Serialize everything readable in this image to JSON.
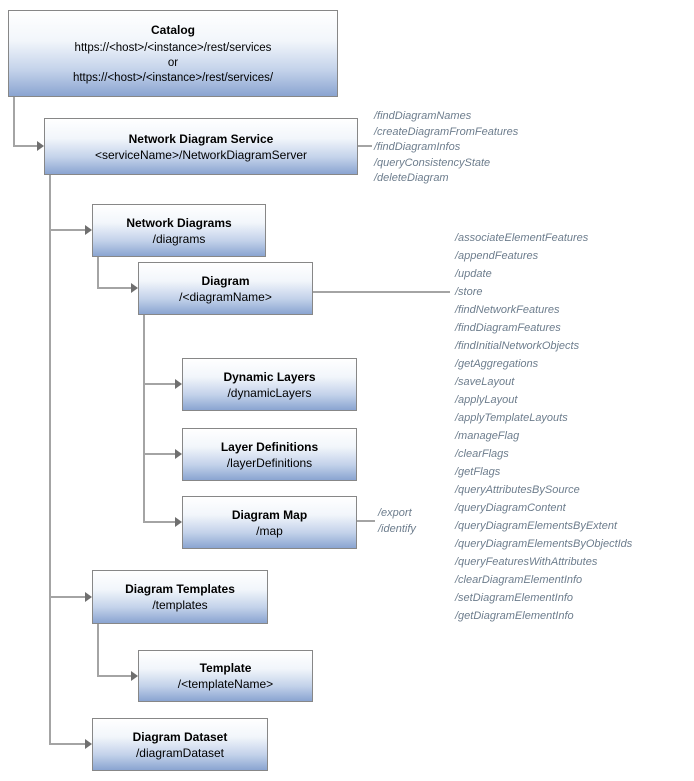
{
  "catalog": {
    "title": "Catalog",
    "url1": "https://<host>/<instance>/rest/services",
    "or": "or",
    "url2": "https://<host>/<instance>/rest/services/"
  },
  "boxes": {
    "service": {
      "title": "Network Diagram Service",
      "path": "<serviceName>/NetworkDiagramServer"
    },
    "network_diagrams": {
      "title": "Network Diagrams",
      "path": "/diagrams"
    },
    "diagram": {
      "title": "Diagram",
      "path": "/<diagramName>"
    },
    "dynamic_layers": {
      "title": "Dynamic Layers",
      "path": "/dynamicLayers"
    },
    "layer_definitions": {
      "title": "Layer Definitions",
      "path": "/layerDefinitions"
    },
    "diagram_map": {
      "title": "Diagram Map",
      "path": "/map"
    },
    "diagram_templates": {
      "title": "Diagram Templates",
      "path": "/templates"
    },
    "template": {
      "title": "Template",
      "path": "/<templateName>"
    },
    "diagram_dataset": {
      "title": "Diagram Dataset",
      "path": "/diagramDataset"
    }
  },
  "service_operations": [
    "/findDiagramNames",
    "/createDiagramFromFeatures",
    "/findDiagramInfos",
    "/queryConsistencyState",
    "/deleteDiagram"
  ],
  "diagram_operations": [
    "/associateElementFeatures",
    "/appendFeatures",
    "/update",
    "/store",
    "/findNetworkFeatures",
    "/findDiagramFeatures",
    "/findInitialNetworkObjects",
    "/getAggregations",
    "/saveLayout",
    "/applyLayout",
    "/applyTemplateLayouts",
    "/manageFlag",
    "/clearFlags",
    "/getFlags",
    "/queryAttributesBySource",
    "/queryDiagramContent",
    "/queryDiagramElementsByExtent",
    "/queryDiagramElementsByObjectIds",
    "/queryFeaturesWithAttributes",
    "/clearDiagramElementInfo",
    "/setDiagramElementInfo",
    "/getDiagramElementInfo"
  ],
  "map_operations": [
    "/export",
    "/identify"
  ],
  "colors": {
    "box_gradient_top": "#ffffff",
    "box_gradient_bottom": "#8aa4d1",
    "box_border": "#878787",
    "connector": "#a4a4a4",
    "arrowhead": "#6f6f6f",
    "operation_text": "#6d7d8d",
    "box_text": "#000000"
  }
}
